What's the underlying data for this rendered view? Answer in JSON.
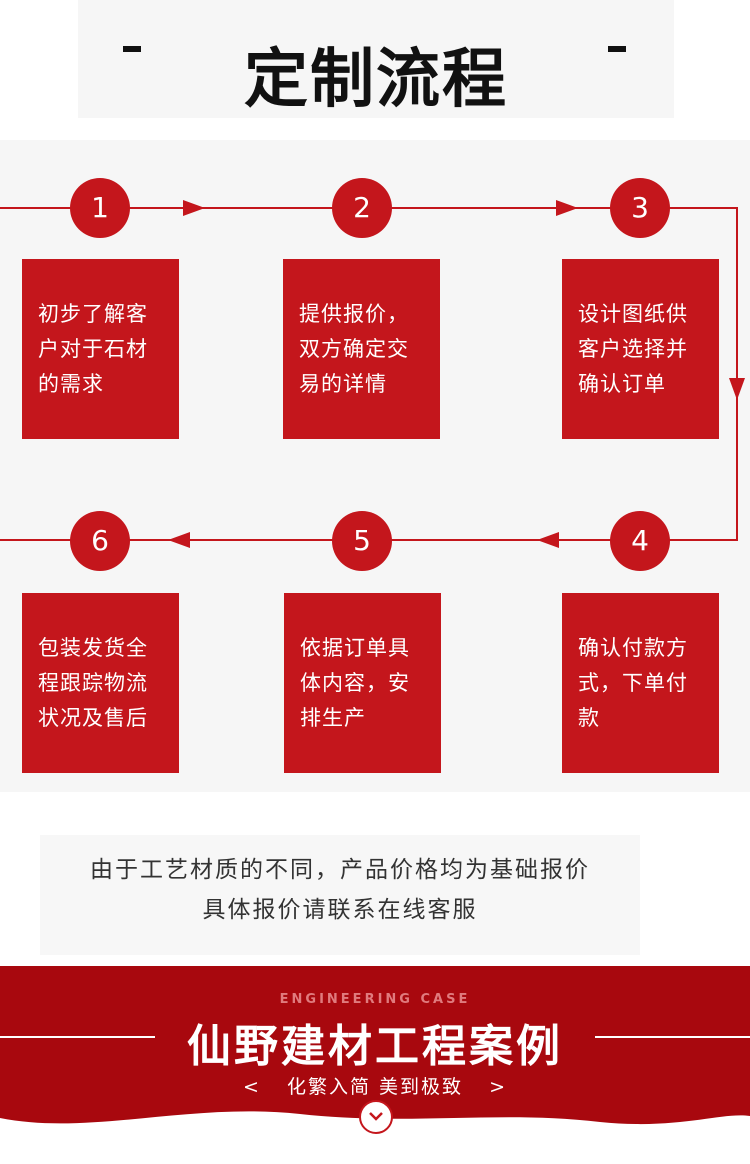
{
  "header": {
    "title": "定制流程",
    "dash_left": "-",
    "dash_right": "-"
  },
  "steps": [
    {
      "number": "1",
      "lines": [
        "初步了解客",
        "户对于石材",
        "的需求"
      ]
    },
    {
      "number": "2",
      "lines": [
        "提供报价，",
        "双方确定交",
        "易的详情"
      ]
    },
    {
      "number": "3",
      "lines": [
        "设计图纸供",
        "客户选择并",
        "确认订单"
      ]
    },
    {
      "number": "4",
      "lines": [
        "确认付款方",
        "式，下单付",
        "款"
      ]
    },
    {
      "number": "5",
      "lines": [
        "依据订单具",
        "体内容，安",
        "排生产"
      ]
    },
    {
      "number": "6",
      "lines": [
        "包装发货全",
        "程跟踪物流",
        "状况及售后"
      ]
    }
  ],
  "note": {
    "line1": "由于工艺材质的不同，产品价格均为基础报价",
    "line2": "具体报价请联系在线客服"
  },
  "footer": {
    "subtitle": "ENGINEERING CASE",
    "title": "仙野建材工程案例",
    "tagline_left": "<",
    "tagline": "化繁入简 美到极致",
    "tagline_right": ">",
    "chevron_icon": "chevron-down-icon"
  },
  "colors": {
    "accent": "#c4161c",
    "footer_bg": "#a8080e"
  }
}
